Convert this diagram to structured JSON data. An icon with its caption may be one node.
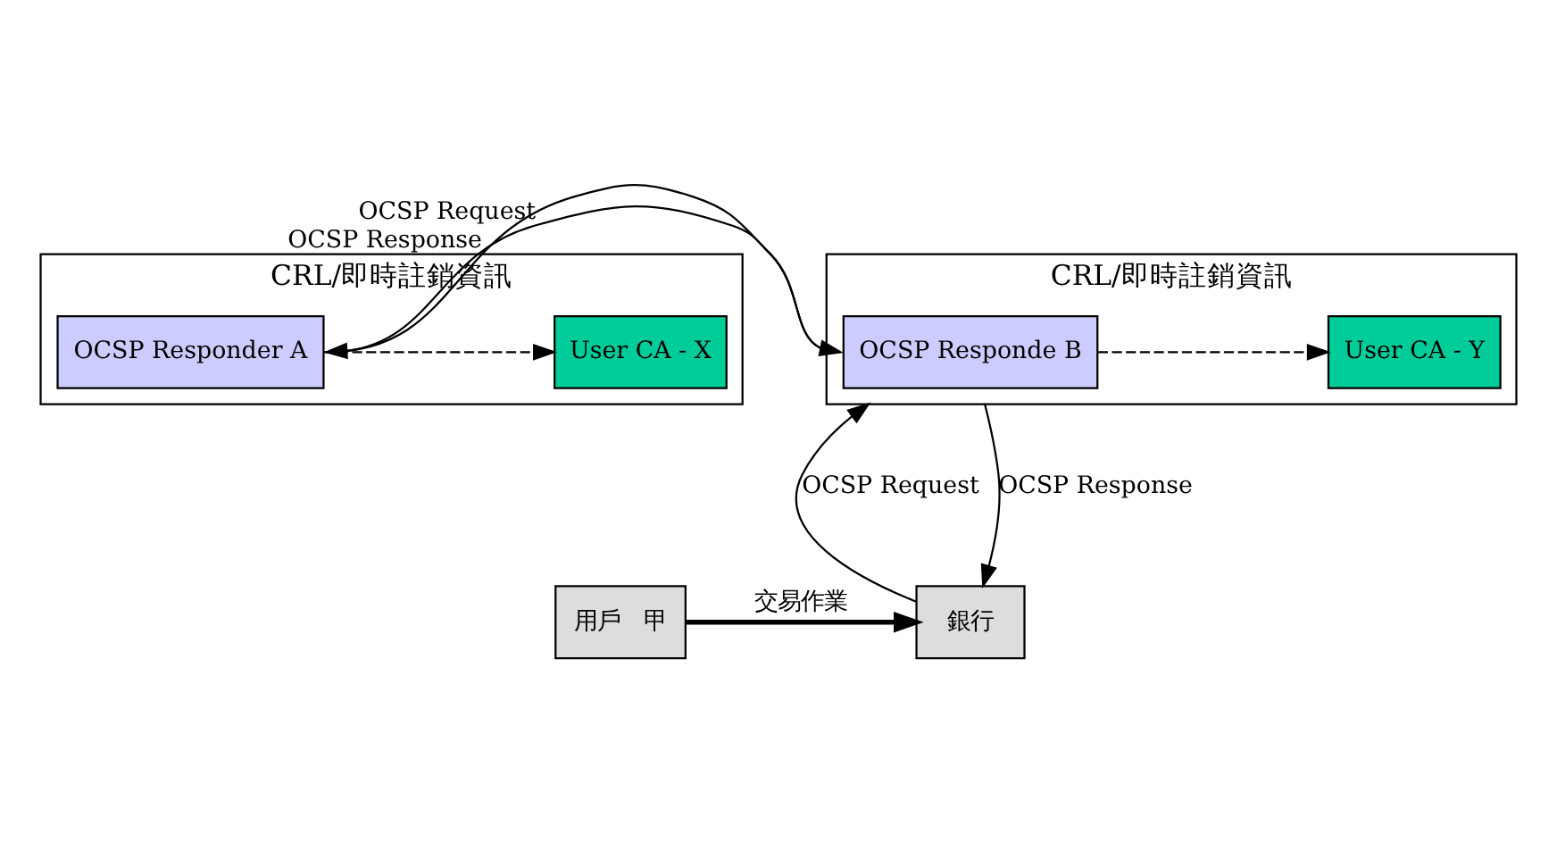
{
  "diagram": {
    "nodes": [
      {
        "text": [
          "CRL/即時註銷資訊"
        ]
      },
      {
        "text": [
          "User CA - X"
        ],
        "in": 0
      },
      {
        "text": [
          "OCSP Responder A"
        ],
        "in": 0
      },
      {
        "text": [
          "CRL/即時註銷資訊"
        ]
      },
      {
        "text": [
          "OCSP Responde B"
        ],
        "in": 3
      },
      {
        "text": [
          "User CA - Y"
        ],
        "in": 3
      },
      {
        "text": [
          "用戶　甲"
        ]
      },
      {
        "text": [
          "銀行"
        ]
      }
    ],
    "edges": [
      {
        "from": 2,
        "to": 1,
        "arrow": "to",
        "style": "dashed"
      },
      {
        "from": 4,
        "to": 2,
        "arrow": "to",
        "label": "OCSP Request"
      },
      {
        "from": 2,
        "to": 4,
        "arrow": "to",
        "label": "OCSP Response"
      },
      {
        "from": 4,
        "to": 5,
        "arrow": "to",
        "style": "dashed"
      },
      {
        "from": 7,
        "to": 3,
        "arrow": "to",
        "label": "OCSP Request"
      },
      {
        "from": 3,
        "to": 7,
        "arrow": "to",
        "label": "OCSP Response"
      },
      {
        "from": 6,
        "to": 7,
        "arrow": "to",
        "label": "交易作業",
        "style": "thick"
      }
    ]
  }
}
